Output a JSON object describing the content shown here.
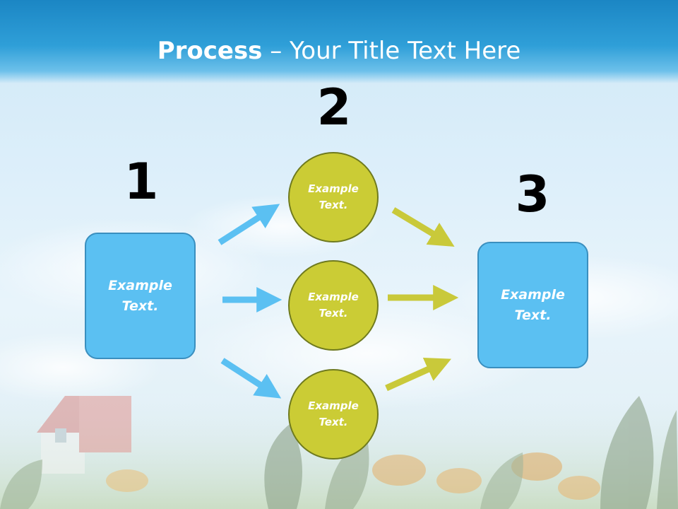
{
  "slide": {
    "title_bold": "Process",
    "title_rest": " – Your Title Text Here"
  },
  "steps": {
    "one": {
      "number": "1",
      "text": "Example Text."
    },
    "two": {
      "number": "2",
      "items": [
        "Example Text.",
        "Example Text.",
        "Example Text."
      ]
    },
    "three": {
      "number": "3",
      "text": "Example Text."
    }
  },
  "colors": {
    "box_fill": "#5bc0f2",
    "circle_fill": "#cbcc35",
    "arrow_blue": "#5bc0f2",
    "arrow_olive": "#c9c93a"
  }
}
